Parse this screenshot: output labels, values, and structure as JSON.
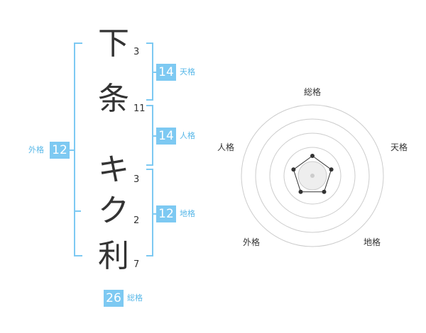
{
  "characters": [
    {
      "char": "下",
      "strokes": "3"
    },
    {
      "char": "条",
      "strokes": "11"
    },
    {
      "char": "キ",
      "strokes": "3"
    },
    {
      "char": "ク",
      "strokes": "2"
    },
    {
      "char": "利",
      "strokes": "7"
    }
  ],
  "scores": {
    "tenkaku": {
      "value": "14",
      "label": "天格"
    },
    "jinkaku": {
      "value": "14",
      "label": "人格"
    },
    "chikaku": {
      "value": "12",
      "label": "地格"
    },
    "gaikaku": {
      "value": "12",
      "label": "外格"
    },
    "soukaku": {
      "value": "26",
      "label": "総格"
    }
  },
  "radar": {
    "axes": [
      "総格",
      "天格",
      "地格",
      "外格",
      "人格"
    ],
    "levels": 5,
    "values": [
      2,
      2,
      2,
      2,
      2
    ]
  },
  "colors": {
    "accent": "#7dc9f2",
    "label": "#59b8e8",
    "text": "#333333"
  }
}
